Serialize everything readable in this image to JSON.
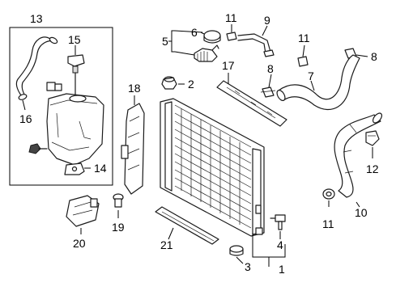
{
  "callouts": {
    "c1": "1",
    "c2": "2",
    "c3": "3",
    "c4": "4",
    "c5": "5",
    "c6": "6",
    "c7": "7",
    "c8a": "8",
    "c8b": "8",
    "c9": "9",
    "c10": "10",
    "c11a": "11",
    "c11b": "11",
    "c11c": "11",
    "c12": "12",
    "c13": "13",
    "c14": "14",
    "c15": "15",
    "c16": "16",
    "c17": "17",
    "c18": "18",
    "c19": "19",
    "c20": "20",
    "c21": "21"
  }
}
